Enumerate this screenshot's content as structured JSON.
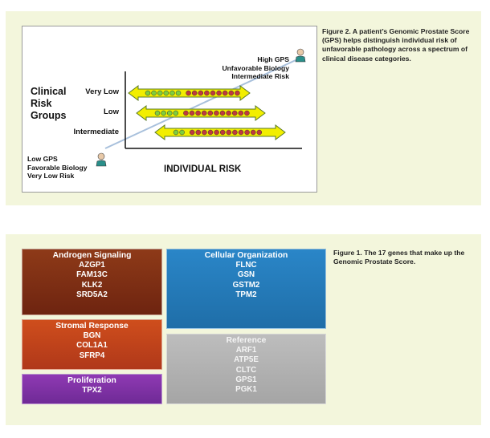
{
  "figure2": {
    "caption": "Figure 2. A patient’s Genomic Prostate Score (GPS) helps distinguish individual risk of unfavorable pathology across a spectrum of clinical disease categories.",
    "y_title_lines": [
      "Clinical",
      "Risk",
      "Groups"
    ],
    "rows": [
      "Very Low",
      "Low",
      "Intermediate"
    ],
    "x_title": "INDIVIDUAL RISK",
    "high_end": [
      "High GPS",
      "Unfavorable Biology",
      "Intermediate Risk"
    ],
    "low_end": [
      "Low GPS",
      "Favorable Biology",
      "Very Low Risk"
    ],
    "colors": {
      "arrow_fill": "#f2ee00",
      "arrow_stroke": "#5a7a26",
      "green_dot": "#7fcf3c",
      "red_dot": "#c0393e",
      "diagonal": "#a8c0dc"
    },
    "icons": [
      "doctor-icon-high",
      "doctor-icon-low"
    ]
  },
  "figure1": {
    "caption": "Figure 1. The 17 genes that make up the Genomic Prostate Score.",
    "groups": [
      {
        "title": "Androgen Signaling",
        "genes": [
          "AZGP1",
          "FAM13C",
          "KLK2",
          "SRD5A2"
        ],
        "color": "#7a2c12"
      },
      {
        "title": "Stromal Response",
        "genes": [
          "BGN",
          "COL1A1",
          "SFRP4"
        ],
        "color": "#c2441b"
      },
      {
        "title": "Proliferation",
        "genes": [
          "TPX2"
        ],
        "color": "#7e33a6"
      },
      {
        "title": "Cellular Organization",
        "genes": [
          "FLNC",
          "GSN",
          "GSTM2",
          "TPM2"
        ],
        "color": "#257bbd"
      },
      {
        "title": "Reference",
        "genes": [
          "ARF1",
          "ATP5E",
          "CLTC",
          "GPS1",
          "PGK1"
        ],
        "color": "#b1b1b1"
      }
    ]
  }
}
